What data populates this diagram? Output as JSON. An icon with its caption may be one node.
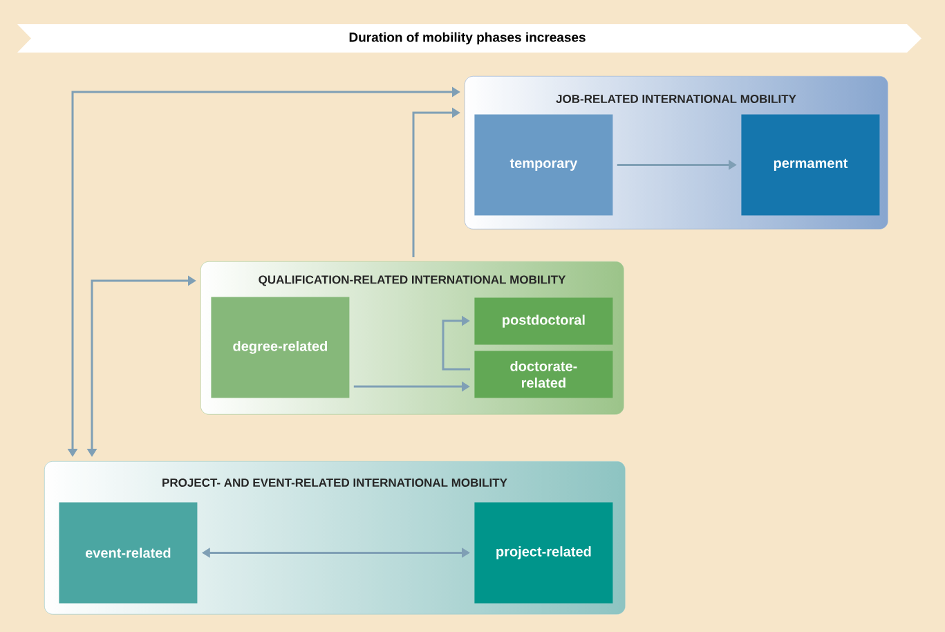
{
  "diagram": {
    "nodes": [
      {
        "text": [
          "JOB-RELATED INTERNATIONAL MOBILITY"
        ]
      },
      {
        "text": [
          "temporary"
        ],
        "in": 0
      },
      {
        "text": [
          "permament"
        ],
        "in": 0
      },
      {
        "text": [
          "QUALIFICATION-RELATED INTERNATIONAL MOBILITY"
        ]
      },
      {
        "text": [
          "degree-related"
        ],
        "in": 3
      },
      {
        "text": [
          "postdoctoral"
        ],
        "in": 3
      },
      {
        "text": [
          "doctorate-related"
        ],
        "in": 3
      },
      {
        "text": [
          "PROJECT- AND EVENT-RELATED INTERNATIONAL MOBILITY"
        ]
      },
      {
        "text": [
          "event-related"
        ],
        "in": 7
      },
      {
        "text": [
          "project-related"
        ],
        "in": 7
      }
    ],
    "edges": [
      {
        "from": 1,
        "to": 2,
        "arrow": "to"
      },
      {
        "from": 4,
        "to": 6,
        "arrow": "to"
      },
      {
        "from": 6,
        "to": 5,
        "arrow": "to"
      },
      {
        "from": 3,
        "to": 0,
        "arrow": "to"
      },
      {
        "from": 7,
        "to": 0,
        "arrow": "both"
      },
      {
        "from": 7,
        "to": 3,
        "arrow": "both"
      },
      {
        "from": 8,
        "to": 9,
        "arrow": "both"
      }
    ],
    "labels": [
      "Duration of mobility phases increases"
    ]
  }
}
